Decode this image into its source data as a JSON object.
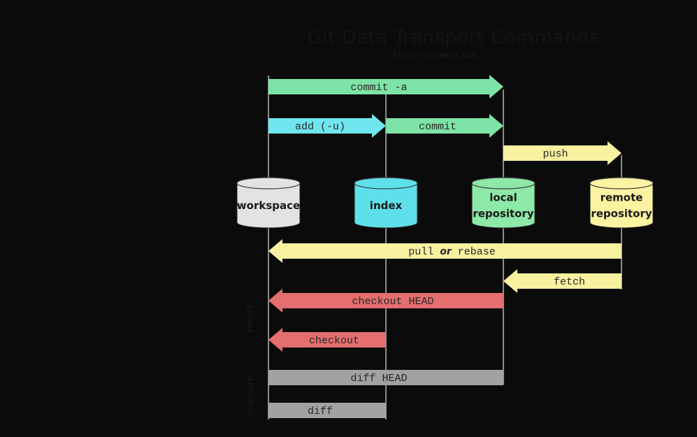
{
  "title": "Git Data Transport Commands",
  "subtitle": "http://osteele.com",
  "side_labels": {
    "revert": "revert",
    "compare": "compare"
  },
  "colors": {
    "background": "#0b0b0b",
    "lifeline": "#8c8c8c",
    "green": "#7ee3a6",
    "cyan": "#6fe6ef",
    "yellow": "#f8f2a0",
    "red": "#e56e6e",
    "gray": "#a2a2a2",
    "workspace_db": "#e3e3e3",
    "index_db": "#5ee0ea",
    "local_db": "#8ee8a7",
    "remote_db": "#fbf3a2"
  },
  "locations": [
    {
      "id": "workspace",
      "lines": [
        "workspace"
      ]
    },
    {
      "id": "index",
      "lines": [
        "index"
      ]
    },
    {
      "id": "local",
      "lines": [
        "local",
        "repository"
      ]
    },
    {
      "id": "remote",
      "lines": [
        "remote",
        "repository"
      ]
    }
  ],
  "commands": [
    {
      "id": "commit-a",
      "label": "commit -a",
      "from": "workspace",
      "to": "local",
      "color": "green"
    },
    {
      "id": "add",
      "label": "add (-u)",
      "from": "workspace",
      "to": "index",
      "color": "cyan"
    },
    {
      "id": "commit",
      "label": "commit",
      "from": "index",
      "to": "local",
      "color": "green"
    },
    {
      "id": "push",
      "label": "push",
      "from": "local",
      "to": "remote",
      "color": "yellow"
    },
    {
      "id": "pull",
      "label": "pull",
      "label_or": "or",
      "label_rebase": "rebase",
      "from": "remote",
      "to": "workspace",
      "color": "yellow"
    },
    {
      "id": "fetch",
      "label": "fetch",
      "from": "remote",
      "to": "local",
      "color": "yellow"
    },
    {
      "id": "checkout-head",
      "label": "checkout HEAD",
      "from": "local",
      "to": "workspace",
      "color": "red"
    },
    {
      "id": "checkout",
      "label": "checkout",
      "from": "index",
      "to": "workspace",
      "color": "red"
    },
    {
      "id": "diff-head",
      "label": "diff HEAD",
      "from": "workspace",
      "to": "local",
      "color": "gray"
    },
    {
      "id": "diff",
      "label": "diff",
      "from": "workspace",
      "to": "index",
      "color": "gray"
    }
  ]
}
